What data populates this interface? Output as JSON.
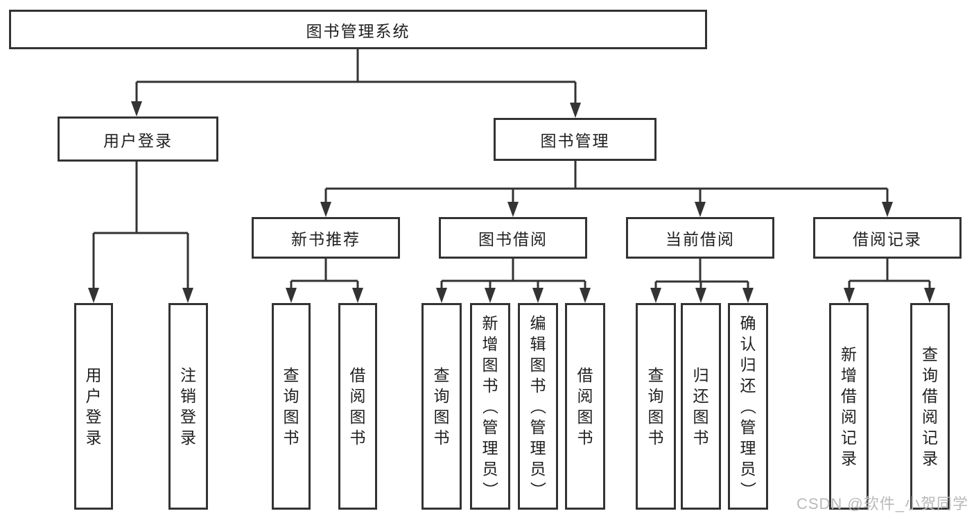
{
  "diagram": {
    "root": {
      "label": "图书管理系统"
    },
    "branches": [
      {
        "label": "用户登录",
        "leaves": [
          {
            "label": "用户登录"
          },
          {
            "label": "注销登录"
          }
        ]
      },
      {
        "label": "图书管理",
        "groups": [
          {
            "label": "新书推荐",
            "leaves": [
              {
                "label": "查询图书"
              },
              {
                "label": "借阅图书"
              }
            ]
          },
          {
            "label": "图书借阅",
            "leaves": [
              {
                "label": "查询图书"
              },
              {
                "label": "新增图书（管理员）"
              },
              {
                "label": "编辑图书（管理员）"
              },
              {
                "label": "借阅图书"
              }
            ]
          },
          {
            "label": "当前借阅",
            "leaves": [
              {
                "label": "查询图书"
              },
              {
                "label": "归还图书"
              },
              {
                "label": "确认归还（管理员）"
              }
            ]
          },
          {
            "label": "借阅记录",
            "leaves": [
              {
                "label": "新增借阅记录"
              },
              {
                "label": "查询借阅记录"
              }
            ]
          }
        ]
      }
    ]
  },
  "watermark": {
    "text": "CSDN @软件_小贺同学"
  }
}
